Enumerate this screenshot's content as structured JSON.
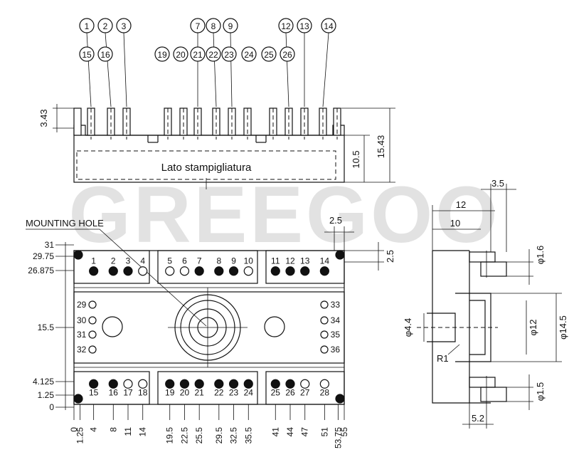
{
  "watermark": {
    "text": "GREEGOO",
    "color": "#d7d7d7",
    "accent": "#f4b3ae"
  },
  "top_view": {
    "label": "Lato stampigliatura",
    "dim_height_pin": "3.43",
    "dim_body": "10.5",
    "dim_total": "15.43",
    "callouts_row1": [
      "1",
      "2",
      "3",
      "7",
      "8",
      "9",
      "12",
      "13",
      "14"
    ],
    "callouts_row2": [
      "15",
      "16",
      "19",
      "20",
      "21",
      "22",
      "23",
      "24",
      "25",
      "26"
    ]
  },
  "plan": {
    "mounting_hole_label": "MOUNTING HOLE",
    "top_pins": [
      "1",
      "2",
      "3",
      "4",
      "5",
      "6",
      "7",
      "8",
      "9",
      "10",
      "11",
      "12",
      "13",
      "14"
    ],
    "bottom_pins": [
      "15",
      "16",
      "17",
      "18",
      "19",
      "20",
      "21",
      "22",
      "23",
      "24",
      "25",
      "26",
      "27",
      "28"
    ],
    "left_pins": [
      "29",
      "30",
      "31",
      "32"
    ],
    "right_pins": [
      "33",
      "34",
      "35",
      "36"
    ],
    "y_dims": [
      "31",
      "29.75",
      "26.875",
      "15.5",
      "4.125",
      "1.25",
      "0"
    ],
    "x_dims": [
      "0",
      "1.25",
      "4",
      "8",
      "11",
      "14",
      "19.5",
      "22.5",
      "25.5",
      "29.5",
      "32.5",
      "35.5",
      "41",
      "44",
      "47",
      "51",
      "53.75",
      "55"
    ],
    "dim_2_5_top": "2.5",
    "dim_2_5_side": "2.5"
  },
  "side_view": {
    "dims": {
      "d35": "3.5",
      "d12": "12",
      "d10": "10",
      "phi16": "φ1.6",
      "phi44": "φ4.4",
      "phi12": "φ12",
      "phi145": "φ14.5",
      "r1": "R1",
      "phi15": "φ1.5",
      "d52": "5.2"
    }
  }
}
